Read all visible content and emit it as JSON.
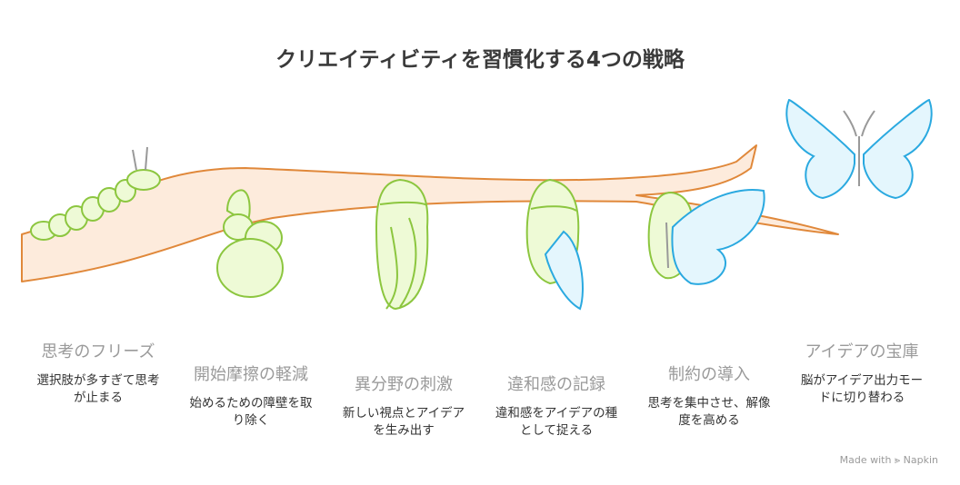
{
  "title": "クリエイティビティを習慣化する4つの戦略",
  "steps": [
    {
      "title": "思考のフリーズ",
      "desc": "選択肢が多すぎて思考が止まる"
    },
    {
      "title": "開始摩擦の軽減",
      "desc": "始めるための障壁を取り除く"
    },
    {
      "title": "異分野の刺激",
      "desc": "新しい視点とアイデアを生み出す"
    },
    {
      "title": "違和感の記録",
      "desc": "違和感をアイデアの種として捉える"
    },
    {
      "title": "制約の導入",
      "desc": "思考を集中させ、解像度を高める"
    },
    {
      "title": "アイデアの宝庫",
      "desc": "脳がアイデア出力モードに切り替わる"
    }
  ],
  "credit": "Made with ⪢ Napkin",
  "colors": {
    "branch": "#e0883a",
    "green": "#8cc63f",
    "blue": "#2aa9e0"
  }
}
